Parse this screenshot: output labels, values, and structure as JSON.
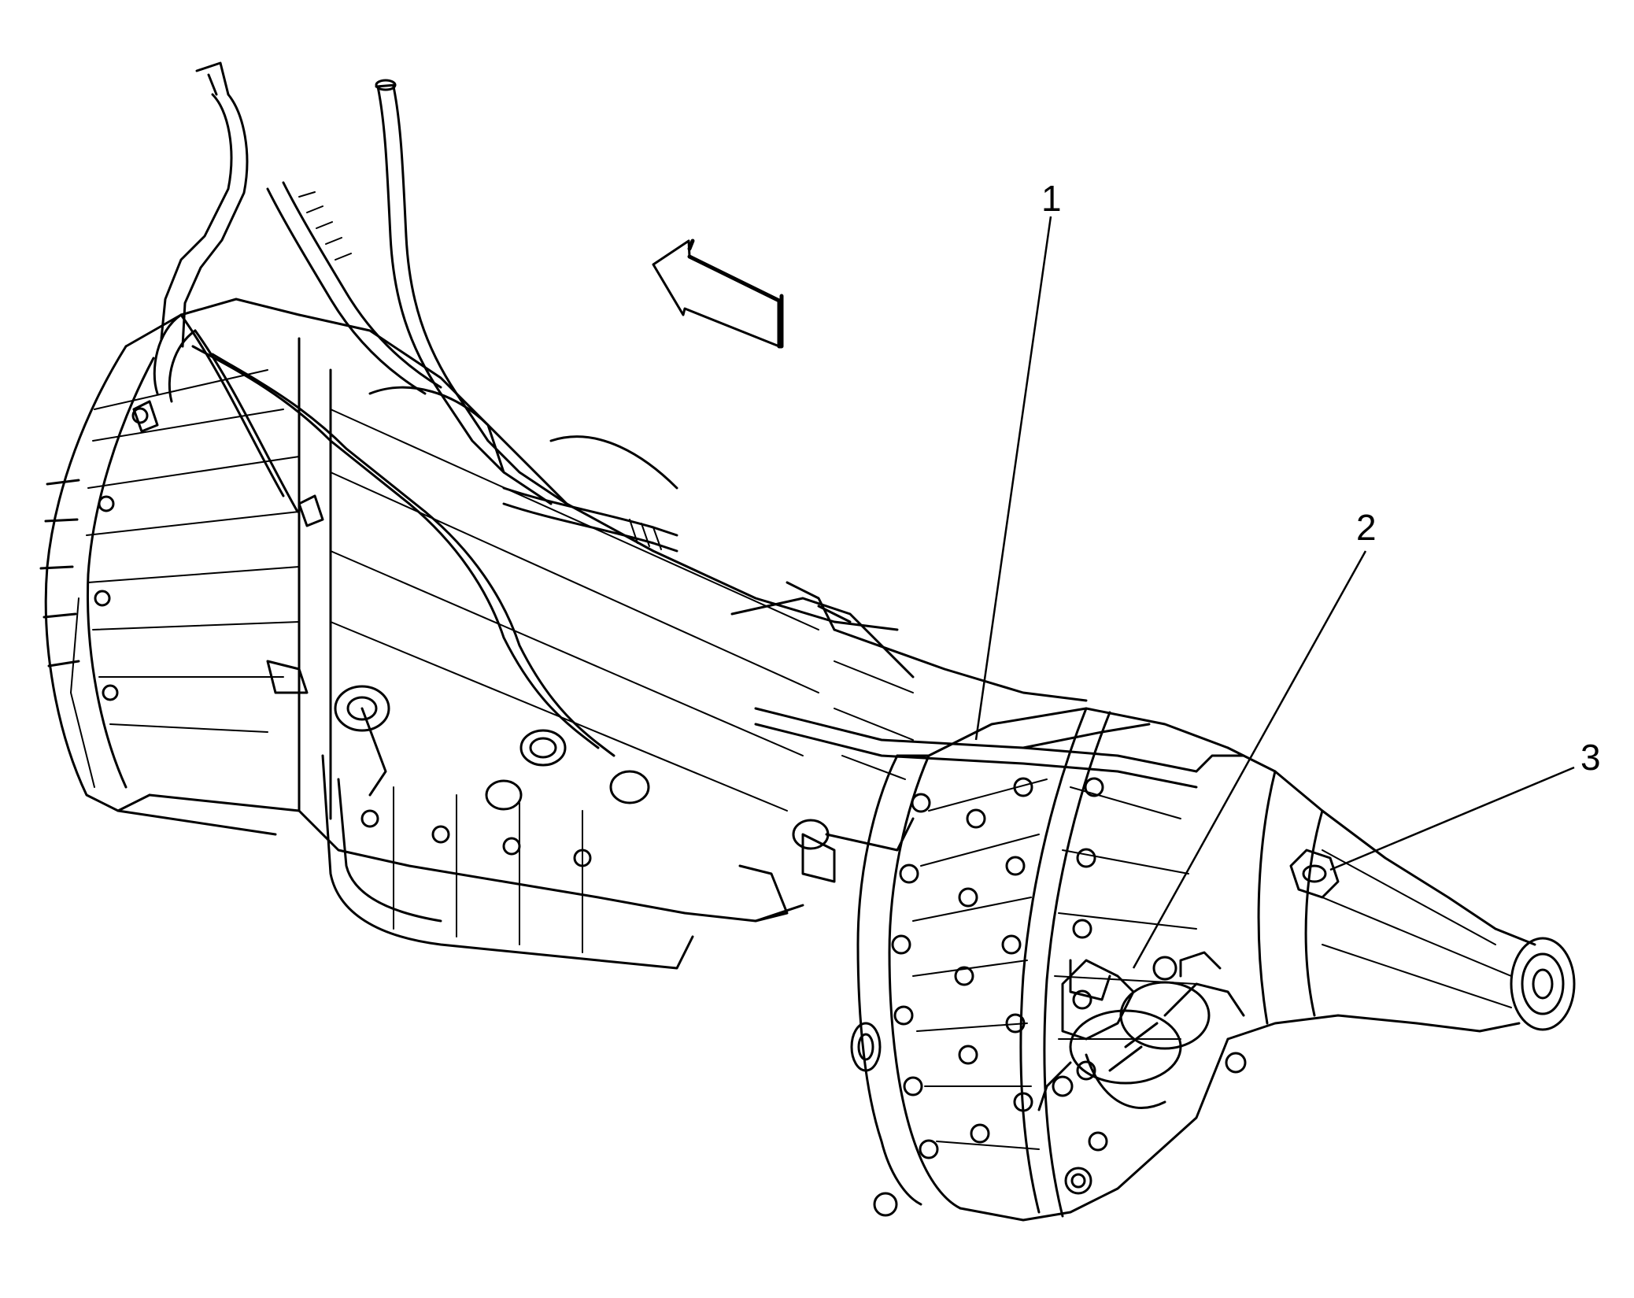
{
  "diagram": {
    "callouts": [
      {
        "id": "callout-1",
        "label": "1"
      },
      {
        "id": "callout-2",
        "label": "2"
      },
      {
        "id": "callout-3",
        "label": "3"
      }
    ],
    "icons": [
      "front-direction-arrow-icon"
    ],
    "colors": {
      "line": "#000000",
      "background": "#ffffff"
    }
  }
}
